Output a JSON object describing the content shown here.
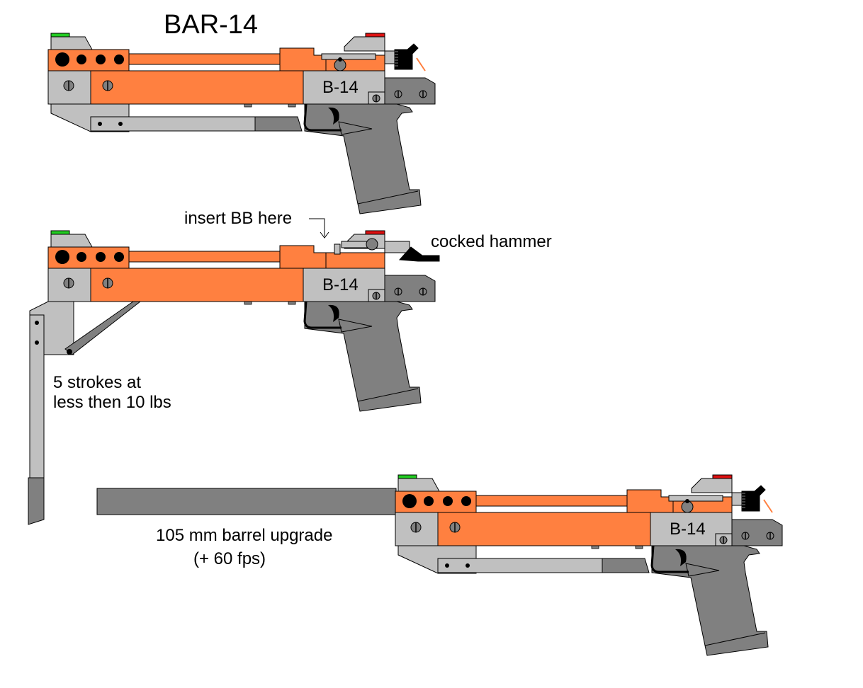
{
  "title": "BAR-14",
  "colors": {
    "orange": "#FF8040",
    "light_gray": "#C0C0C0",
    "dark_gray": "#808080",
    "front_sight": "#22CC22",
    "rear_sight": "#DD1111",
    "outline": "#000000"
  },
  "drawings": [
    {
      "name": "standard-configuration",
      "frame_marking": "B-14",
      "hammer": "down",
      "stock": "folded",
      "barrel_extension": false
    },
    {
      "name": "pumping-configuration",
      "frame_marking": "B-14",
      "hammer": "cocked",
      "stock": "extended-pump-lever",
      "barrel_extension": false
    },
    {
      "name": "barrel-upgrade-configuration",
      "frame_marking": "B-14",
      "hammer": "down",
      "stock": "folded",
      "barrel_extension": true
    }
  ],
  "annotations": {
    "insert_bb": "insert BB here",
    "cocked_hammer": "cocked hammer",
    "strokes_line1": "5 strokes at",
    "strokes_line2": "less then 10 lbs",
    "barrel_line1": "105 mm barrel upgrade",
    "barrel_line2": "(+ 60 fps)"
  }
}
